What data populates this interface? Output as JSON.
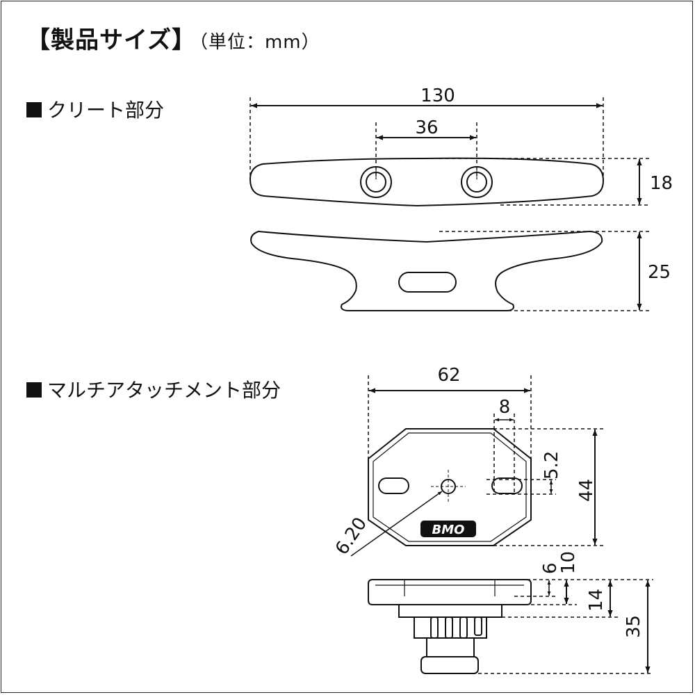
{
  "title": {
    "main": "【製品サイズ】",
    "unit": "（単位：mm）"
  },
  "sections": {
    "cleat": "クリート部分",
    "multi": "マルチアタッチメント部分"
  },
  "dimensions": {
    "cleat_length": "130",
    "cleat_hole_pitch": "36",
    "cleat_width": "18",
    "cleat_height": "25",
    "multi_width": "62",
    "multi_slot_width": "8",
    "multi_slot_height": "5.2",
    "multi_depth": "44",
    "multi_hole": "6.20",
    "multi_plate_6": "6",
    "multi_plate_10": "10",
    "multi_plate_14": "14",
    "multi_total_height": "35"
  },
  "logo_text": "BMO",
  "colors": {
    "line": "#111111",
    "background": "#ffffff"
  }
}
